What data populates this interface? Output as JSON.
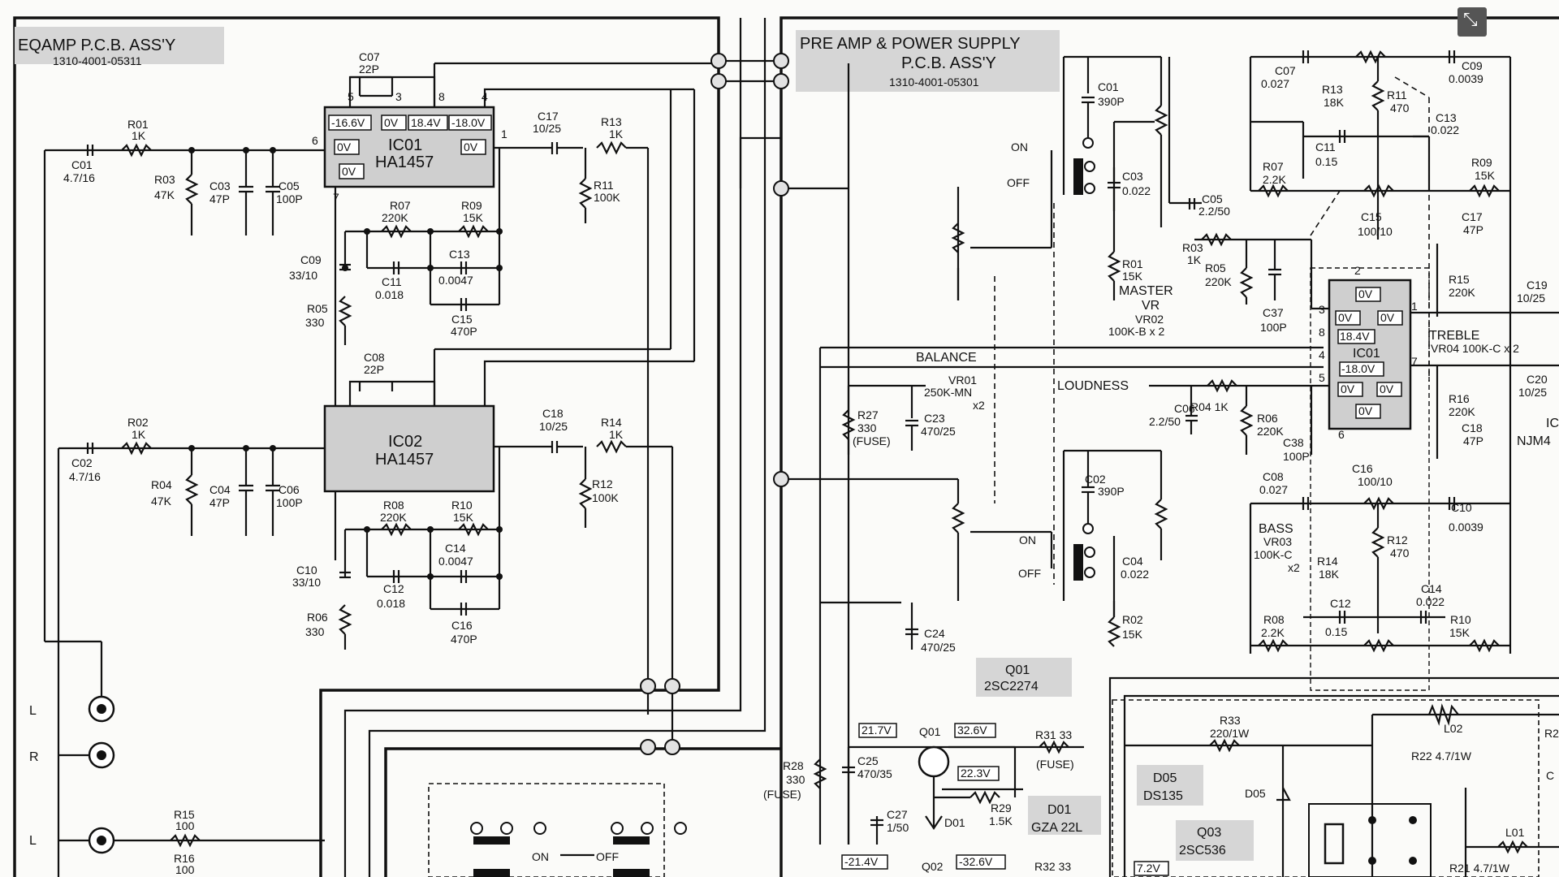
{
  "ui": {
    "fullscreen_icon": "collapse-arrows-icon"
  },
  "sections": {
    "eq_title": "EQAMP P.C.B. ASS'Y",
    "eq_part": "1310-4001-05311",
    "pre_title": "PRE AMP & POWER SUPPLY",
    "pre_title2": "P.C.B. ASS'Y",
    "pre_part": "1310-4001-05301"
  },
  "eq": {
    "c07": "C07",
    "c07v": "22P",
    "c08": "C08",
    "c08v": "22P",
    "ic01": "IC01",
    "ic01p": "HA1457",
    "ic02": "IC02",
    "ic02p": "HA1457",
    "v1": "-16.6V",
    "v2": "0V",
    "v3": "18.4V",
    "v4": "-18.0V",
    "v5": "0V",
    "v6": "0V",
    "v7": "0V",
    "r01": "R01",
    "r01v": "1K",
    "r02": "R02",
    "r02v": "1K",
    "c01": "C01",
    "c01v": "4.7/16",
    "c02": "C02",
    "c02v": "4.7/16",
    "r03": "R03",
    "r03v": "47K",
    "r04": "R04",
    "r04v": "47K",
    "c03": "C03",
    "c03v": "47P",
    "c04": "C04",
    "c04v": "47P",
    "c05": "C05",
    "c05v": "100P",
    "c06": "C06",
    "c06v": "100P",
    "c17": "C17",
    "c17v": "10/25",
    "c18": "C18",
    "c18v": "10/25",
    "r13": "R13",
    "r13v": "1K",
    "r14": "R14",
    "r14v": "1K",
    "r11": "R11",
    "r11v": "100K",
    "r12": "R12",
    "r12v": "100K",
    "r07": "R07",
    "r07v": "220K",
    "r08": "R08",
    "r08v": "220K",
    "r09": "R09",
    "r09v": "15K",
    "r10": "R10",
    "r10v": "15K",
    "c09": "C09",
    "c09v": "33/10",
    "c10": "C10",
    "c10v": "33/10",
    "c11": "C11",
    "c11v": "0.018",
    "c12": "C12",
    "c12v": "0.018",
    "c13": "C13",
    "c13v": "0.0047",
    "c14": "C14",
    "c14v": "0.0047",
    "c15": "C15",
    "c15v": "470P",
    "c16": "C16",
    "c16v": "470P",
    "r05": "R05",
    "r05v": "330",
    "r06": "R06",
    "r06v": "330",
    "r15": "R15",
    "r15v": "100",
    "r16": "R16",
    "r16v": "100",
    "jack_l1": "L",
    "jack_r1": "R",
    "jack_l2": "L",
    "pin5": "5",
    "pin3": "3",
    "pin8": "8",
    "pin4": "4",
    "pin6": "6",
    "pin1": "1",
    "pin7": "7",
    "onoff": "ON",
    "onoff2": "OFF"
  },
  "pre": {
    "c01": "C01",
    "c01v": "390P",
    "c02": "C02",
    "c02v": "390P",
    "c03": "C03",
    "c03v": "0.022",
    "c04": "C04",
    "c04v": "0.022",
    "r01": "R01",
    "r01v": "15K",
    "r02": "R02",
    "r02v": "15K",
    "master": "MASTER",
    "vr": "VR",
    "vr02": "VR02",
    "vr02v": "100K-B x 2",
    "on": "ON",
    "off": "OFF",
    "on2": "ON",
    "off2": "OFF",
    "c05": "C05",
    "c05v": "2.2/50",
    "c06": "C06",
    "c06v": "2.2/50",
    "r03": "R03",
    "r03v": "1K",
    "r04": "R04 1K",
    "r05": "R05",
    "r05v": "220K",
    "r06": "R06",
    "r06v": "220K",
    "c37": "C37",
    "c37v": "100P",
    "c38": "C38",
    "c38v": "100P",
    "balance": "BALANCE",
    "loudness": "LOUDNESS",
    "vr01": "VR01",
    "vr01v": "250K-MN",
    "vr01x": "x2",
    "r27": "R27",
    "r27v": "330",
    "fuse": "(FUSE)",
    "c23": "C23",
    "c23v": "470/25",
    "c24": "C24",
    "c24v": "470/25",
    "q01": "Q01",
    "q01p": "2SC2274",
    "c07": "C07",
    "c07v": "0.027",
    "c08": "C08",
    "c08v": "0.027",
    "r13": "R13",
    "r13v": "18K",
    "r14": "R14",
    "r14v": "18K",
    "r11": "R11",
    "r11v": "470",
    "r12": "R12",
    "r12v": "470",
    "c09": "C09",
    "c09v": "0.0039",
    "c10": "C10",
    "c10v": "0.0039",
    "c11": "C11",
    "c11v": "0.15",
    "c12": "C12",
    "c12v": "0.15",
    "c13": "C13",
    "c13v": "0.022",
    "c14": "C14",
    "c14v": "0.022",
    "r07": "R07",
    "r07v": "2.2K",
    "r08": "R08",
    "r08v": "2.2K",
    "r09": "R09",
    "r09v": "15K",
    "r10": "R10",
    "r10v": "15K",
    "c15": "C15",
    "c15v": "100/10",
    "c16": "C16",
    "c16v": "100/10",
    "c17": "C17",
    "c17v": "47P",
    "c18": "C18",
    "c18v": "47P",
    "r15": "R15",
    "r15v": "220K",
    "r16": "R16",
    "r16v": "220K",
    "c19": "C19",
    "c19v": "10/25",
    "c20": "C20",
    "c20v": "10/25",
    "treble": "TREBLE",
    "vr04": "VR04 100K-C x 2",
    "bass": "BASS",
    "vr03": "VR03",
    "vr03v": "100K-C",
    "vr03x": "x2",
    "ic01": "IC01",
    "njm": "NJM4",
    "icpart": "IC",
    "v0a": "0V",
    "v0b": "0V",
    "v0c": "0V",
    "v184": "18.4V",
    "vm18": "-18.0V",
    "v0d": "0V",
    "v0e": "0V",
    "v0f": "0V",
    "p2": "2",
    "p3": "3",
    "p8": "8",
    "p4": "4",
    "p5": "5",
    "p6": "6",
    "p1": "1",
    "p7": "7"
  },
  "psu": {
    "v217": "21.7V",
    "v326": "32.6V",
    "v223": "22.3V",
    "vm214": "-21.4V",
    "vm326": "-32.6V",
    "v72": "7.2V",
    "q01": "Q01",
    "q02": "Q02",
    "c25": "C25",
    "c25v": "470/35",
    "c27": "C27",
    "c27v": "1/50",
    "r28": "R28",
    "r28v": "330",
    "r28f": "(FUSE)",
    "r29": "R29",
    "r29v": "1.5K",
    "d01": "D01",
    "d01b": "D01",
    "d01p": "GZA 22L",
    "r31": "R31 33",
    "r31f": "(FUSE)",
    "r32": "R32 33",
    "r33": "R33",
    "r33v": "220/1W",
    "d05": "D05",
    "d05b": "D05",
    "d05p": "DS135",
    "q03": "Q03",
    "q03p": "2SC536",
    "l02": "L02",
    "r22": "R22 4.7/1W",
    "l01": "L01",
    "r21": "R21 4.7/1W",
    "r2x": "R2",
    "c1x": "C"
  }
}
